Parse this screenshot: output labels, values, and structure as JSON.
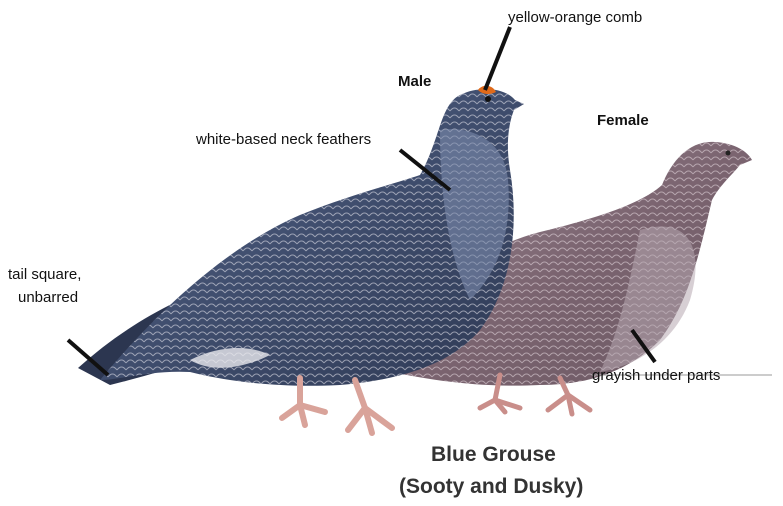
{
  "labels": {
    "comb": "yellow-orange comb",
    "male": "Male",
    "female": "Female",
    "neck": "white-based neck feathers",
    "tail_line1": "tail square,",
    "tail_line2": "unbarred",
    "under": "grayish under parts"
  },
  "title": {
    "line1": "Blue Grouse",
    "line2": "(Sooty and Dusky)"
  },
  "colors": {
    "male_body": "#4a5878",
    "male_neck": "#6f7fa0",
    "female_body": "#86707a",
    "female_breast": "#b7a7b0",
    "comb": "#e06a1a",
    "legs": "#d9a39a",
    "leader_line": "#111111"
  }
}
